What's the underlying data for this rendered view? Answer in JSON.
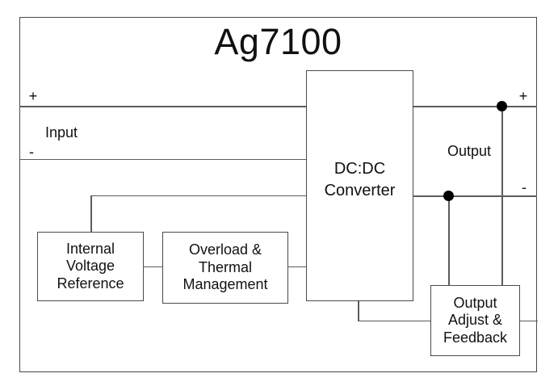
{
  "title": "Ag7100",
  "labels": {
    "input": "Input",
    "input_plus": "+",
    "input_minus": "-",
    "output": "Output",
    "output_plus": "+",
    "output_minus": "-"
  },
  "blocks": {
    "converter": "DC:DC\nConverter",
    "internal_voltage_reference": "Internal\nVoltage\nReference",
    "overload_thermal": "Overload &\nThermal\nManagement",
    "output_adjust_feedback": "Output\nAdjust &\nFeedback"
  },
  "colors": {
    "background": "#ffffff",
    "border": "#4a4a4a",
    "wire": "#5c5c5c",
    "node": "#000000",
    "text": "#111111"
  }
}
